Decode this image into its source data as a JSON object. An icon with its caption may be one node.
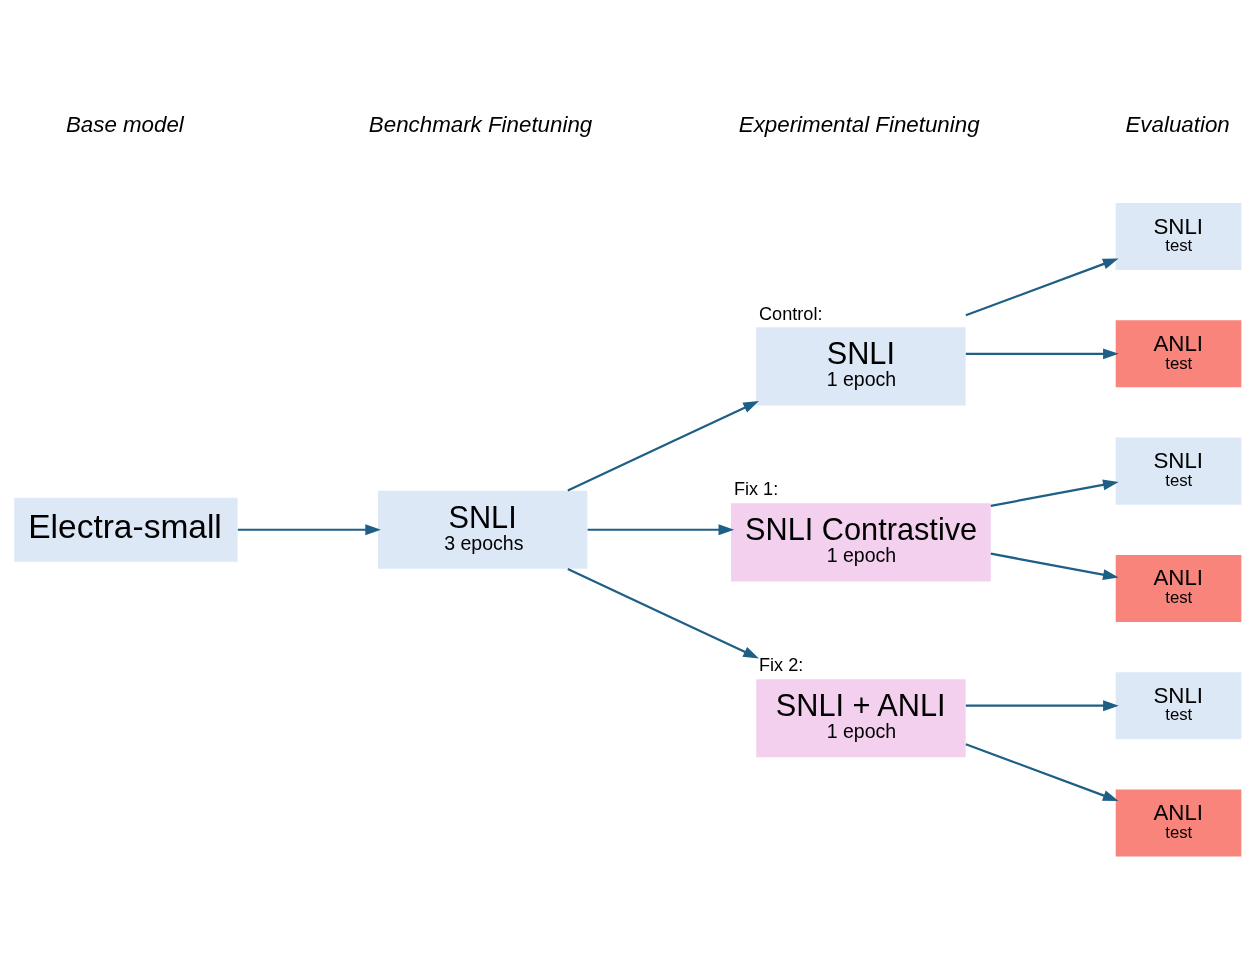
{
  "diagram": {
    "nodes": [
      {
        "text": [
          "Electra-small"
        ]
      },
      {
        "text": [
          "SNLI",
          "3 epochs"
        ]
      },
      {
        "text": [
          "Control:",
          "SNLI",
          "1 epoch"
        ]
      },
      {
        "text": [
          "Fix 1:",
          "SNLI Contrastive",
          "1 epoch"
        ]
      },
      {
        "text": [
          "Fix 2:",
          "SNLI + ANLI",
          "1 epoch"
        ]
      },
      {
        "text": [
          "SNLI",
          "test"
        ]
      },
      {
        "text": [
          "ANLI",
          "test"
        ]
      },
      {
        "text": [
          "SNLI",
          "test"
        ]
      },
      {
        "text": [
          "ANLI",
          "test"
        ]
      },
      {
        "text": [
          "SNLI",
          "test"
        ]
      },
      {
        "text": [
          "ANLI",
          "test"
        ]
      }
    ],
    "edges": [
      {
        "from": 0,
        "to": 1,
        "arrow": "to"
      },
      {
        "from": 1,
        "to": 2,
        "arrow": "to"
      },
      {
        "from": 1,
        "to": 3,
        "arrow": "to"
      },
      {
        "from": 1,
        "to": 4,
        "arrow": "to"
      },
      {
        "from": 2,
        "to": 5,
        "arrow": "to"
      },
      {
        "from": 2,
        "to": 6,
        "arrow": "to"
      },
      {
        "from": 3,
        "to": 7,
        "arrow": "to"
      },
      {
        "from": 3,
        "to": 8,
        "arrow": "to"
      },
      {
        "from": 4,
        "to": 9,
        "arrow": "to"
      },
      {
        "from": 4,
        "to": 10,
        "arrow": "to"
      }
    ],
    "labels": [
      "Base model",
      "Benchmark Finetuning",
      "Experimental Finetuning",
      "Evaluation"
    ]
  }
}
